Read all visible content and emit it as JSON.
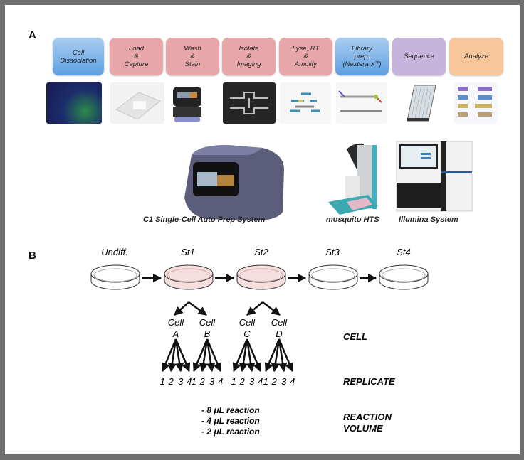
{
  "panels": {
    "a": {
      "label": "A",
      "steps": [
        {
          "text": "Cell\nDissociation",
          "color": "blue"
        },
        {
          "text": "Load\n&\nCapture",
          "color": "pink"
        },
        {
          "text": "Wash\n&\nStain",
          "color": "pink"
        },
        {
          "text": "Isolate\n&\nImaging",
          "color": "pink"
        },
        {
          "text": "Lyse, RT\n&\nAmplify",
          "color": "pink"
        },
        {
          "text": "Library\nprep.\n(Nextera XT)",
          "color": "blue"
        },
        {
          "text": "Sequence",
          "color": "purple"
        },
        {
          "text": "Analyze",
          "color": "orange"
        }
      ],
      "thumbnails": [
        "fluorescence-cells-image",
        "ifc-chip-image",
        "c1-chip-carrier-image",
        "capture-site-micrograph-image",
        "cdna-fragments-image",
        "tagmentation-image",
        "flow-cell-image",
        "heatmap-analysis-image"
      ],
      "instruments": [
        {
          "name": "C1 Single-Cell Auto Prep System"
        },
        {
          "name": "mosquito HTS"
        },
        {
          "name": "Illumina System"
        }
      ]
    },
    "b": {
      "label": "B",
      "stages": [
        "Undiff.",
        "St1",
        "St2",
        "St3",
        "St4"
      ],
      "highlighted_stages": [
        "St1",
        "St2"
      ],
      "cells": [
        {
          "word": "Cell",
          "id": "A"
        },
        {
          "word": "Cell",
          "id": "B"
        },
        {
          "word": "Cell",
          "id": "C"
        },
        {
          "word": "Cell",
          "id": "D"
        }
      ],
      "replicates": [
        "1",
        "2",
        "3",
        "4"
      ],
      "reactions": [
        "- 8 μL reaction",
        "- 4 μL reaction",
        "- 2 μL reaction"
      ],
      "level_labels": {
        "cell": "CELL",
        "replicate": "REPLICATE",
        "reaction_line1": "REACTION",
        "reaction_line2": "VOLUME"
      }
    }
  },
  "colors": {
    "frame": "#6f6f6f",
    "step_blue": "#6aa6e3",
    "step_pink": "#e7a6a8",
    "step_purple": "#c6b4dc",
    "step_orange": "#f7c69a",
    "dish_highlight": "#f7dede"
  }
}
